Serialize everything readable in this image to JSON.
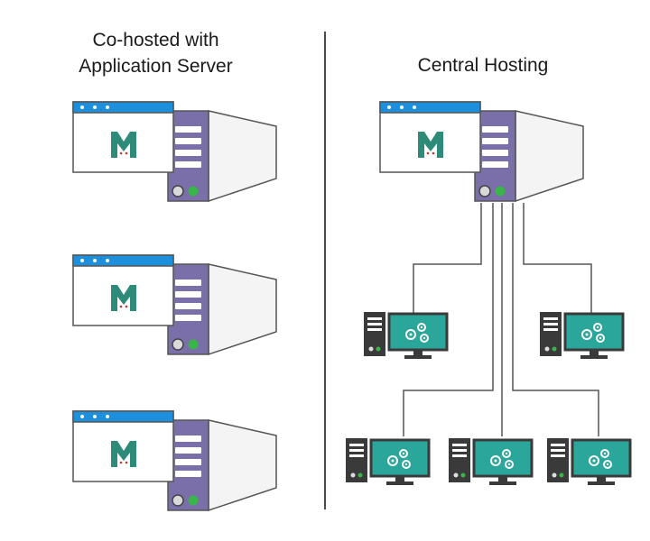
{
  "left": {
    "title_line1": "Co-hosted with",
    "title_line2": "Application Server"
  },
  "right": {
    "title": "Central Hosting"
  },
  "colors": {
    "window_blue": "#1d8fdd",
    "server_purple": "#7a6fa8",
    "server_gray": "#f2f2f2",
    "logo_teal": "#2e8b7a",
    "led_green": "#39b54a",
    "monitor_teal": "#2aa69a",
    "tower_dark": "#3a3a3a",
    "line_gray": "#555555"
  },
  "icons": {
    "logo": "m-logo-icon",
    "server": "server-icon",
    "workstation": "workstation-gears-icon"
  }
}
